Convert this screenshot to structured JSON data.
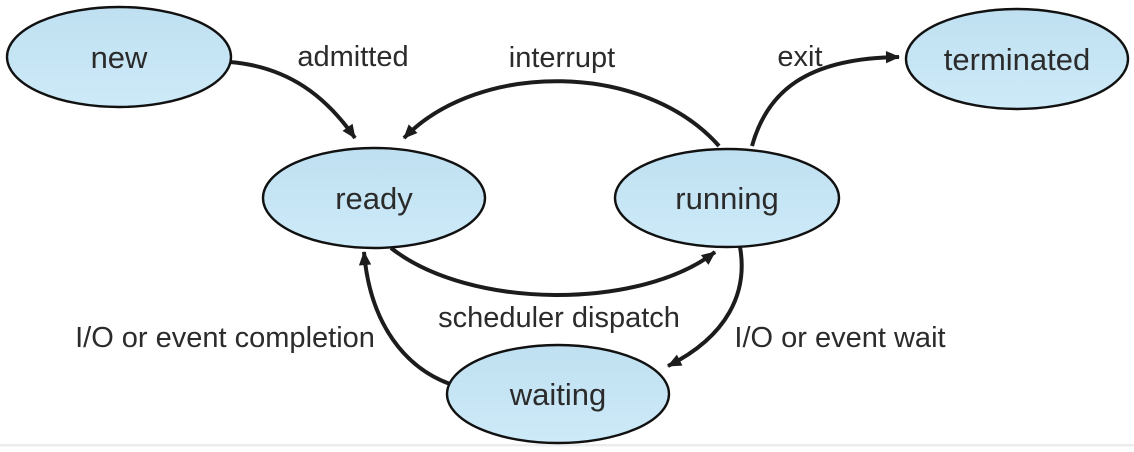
{
  "diagram": {
    "type": "process-state-diagram",
    "states": [
      {
        "id": "new",
        "label": "new"
      },
      {
        "id": "ready",
        "label": "ready"
      },
      {
        "id": "running",
        "label": "running"
      },
      {
        "id": "waiting",
        "label": "waiting"
      },
      {
        "id": "terminated",
        "label": "terminated"
      }
    ],
    "transitions": [
      {
        "from": "new",
        "to": "ready",
        "label": "admitted"
      },
      {
        "from": "running",
        "to": "ready",
        "label": "interrupt"
      },
      {
        "from": "running",
        "to": "terminated",
        "label": "exit"
      },
      {
        "from": "ready",
        "to": "running",
        "label": "scheduler dispatch"
      },
      {
        "from": "running",
        "to": "waiting",
        "label": "I/O or event wait"
      },
      {
        "from": "waiting",
        "to": "ready",
        "label": "I/O or event completion"
      }
    ],
    "colors": {
      "state_fill_top": "#bfe0f1",
      "state_fill_bottom": "#cdeaf8",
      "state_outline": "#111111",
      "arrow": "#1c1c1c",
      "label_text": "#2b2b2b",
      "background": "#ffffff"
    }
  }
}
